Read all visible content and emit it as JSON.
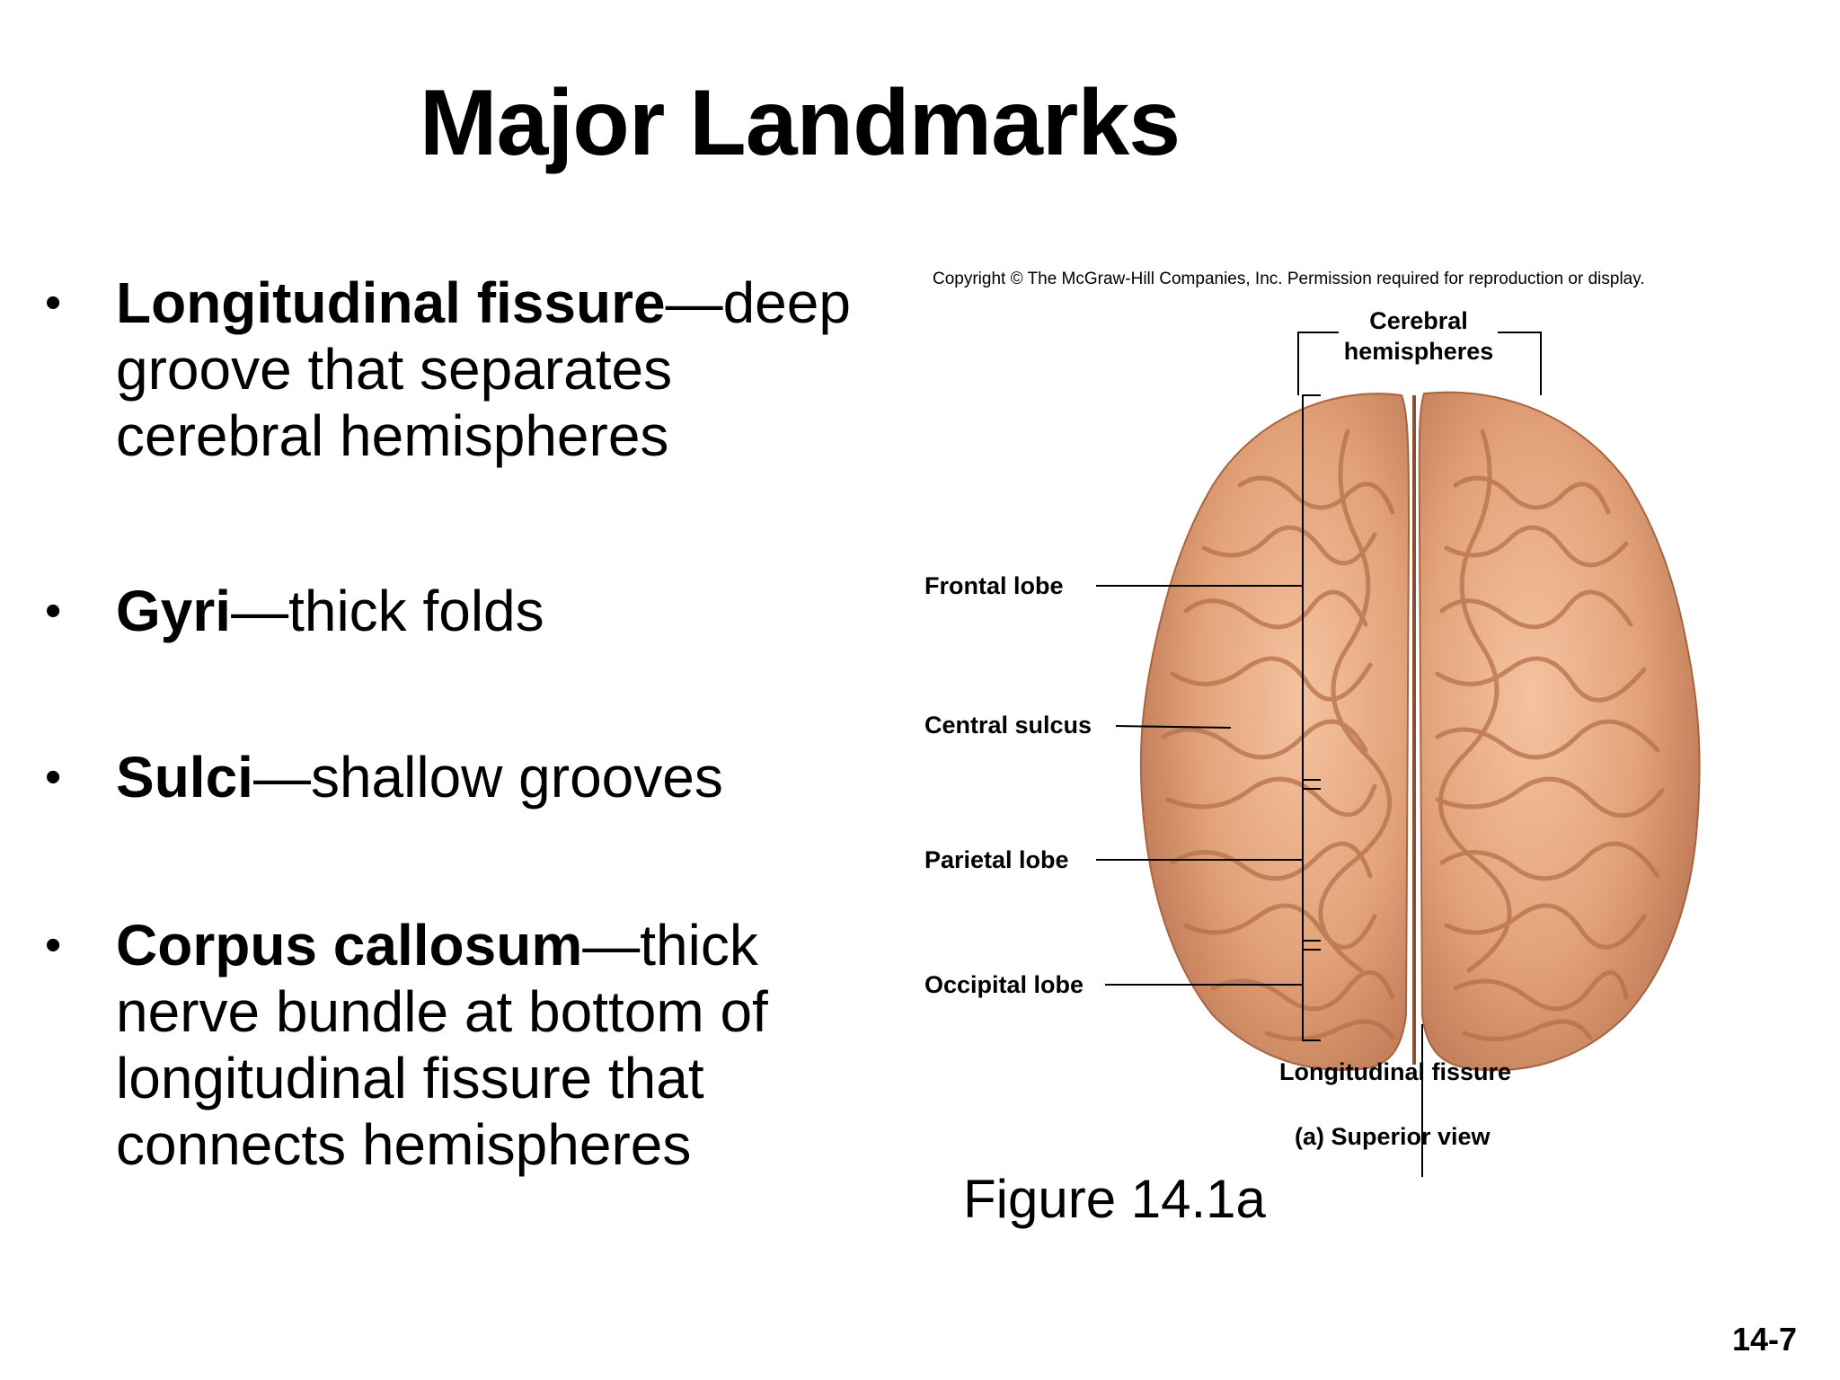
{
  "slide": {
    "title": "Major Landmarks",
    "number": "14-7"
  },
  "bullets": [
    {
      "term": "Longitudinal fissure",
      "desc_lines": [
        "—deep",
        "groove that separates",
        "cerebral hemispheres"
      ]
    },
    {
      "term": "Gyri",
      "desc_lines": [
        "—thick folds"
      ]
    },
    {
      "term": "Sulci",
      "desc_lines": [
        "—shallow grooves"
      ]
    },
    {
      "term": "Corpus callosum",
      "desc_lines": [
        "—thick",
        "nerve bundle at bottom of",
        "longitudinal fissure that",
        "connects hemispheres"
      ]
    }
  ],
  "figure": {
    "copyright": "Copyright © The McGraw-Hill Companies, Inc. Permission required for reproduction or display.",
    "labels": {
      "cerebral_line1": "Cerebral",
      "cerebral_line2": "hemispheres",
      "frontal": "Frontal lobe",
      "central": "Central sulcus",
      "parietal": "Parietal lobe",
      "occipital": "Occipital lobe",
      "longitudinal": "Longitudinal fissure",
      "view": "(a) Superior view"
    },
    "caption": "Figure 14.1a"
  }
}
